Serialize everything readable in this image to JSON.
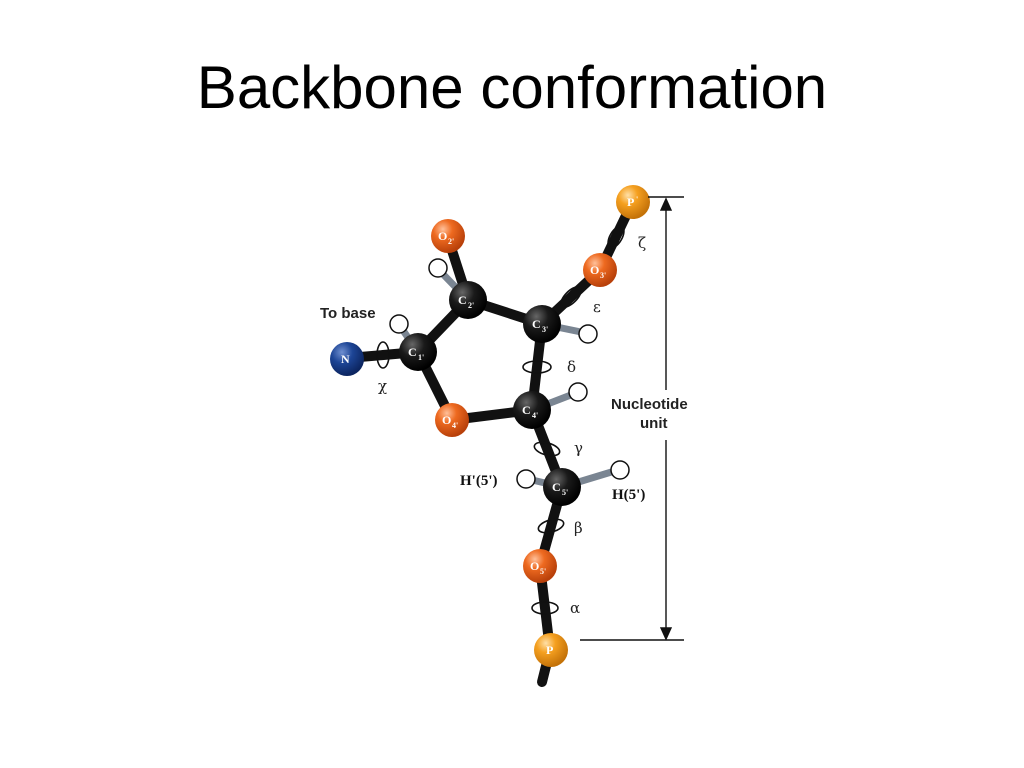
{
  "slide": {
    "title": "Backbone conformation"
  },
  "labels": {
    "to_base": "To base",
    "nucleotide_unit_1": "Nucleotide",
    "nucleotide_unit_2": "unit",
    "h5_prime_prime": "H'(5')",
    "h5_prime": "H(5')"
  },
  "atoms": {
    "p_top": {
      "sym": "P",
      "sub": "'"
    },
    "o3": {
      "sym": "O",
      "sub": "3'"
    },
    "o2": {
      "sym": "O",
      "sub": "2'"
    },
    "c2": {
      "sym": "C",
      "sub": "2'"
    },
    "c3": {
      "sym": "C",
      "sub": "3'"
    },
    "c1": {
      "sym": "C",
      "sub": "1'"
    },
    "n": {
      "sym": "N",
      "sub": ""
    },
    "o4": {
      "sym": "O",
      "sub": "4'"
    },
    "c4": {
      "sym": "C",
      "sub": "4'"
    },
    "c5": {
      "sym": "C",
      "sub": "5'"
    },
    "o5": {
      "sym": "O",
      "sub": "5'"
    },
    "p_bottom": {
      "sym": "P",
      "sub": ""
    }
  },
  "torsions": {
    "zeta": "ζ",
    "epsilon": "ε",
    "delta": "δ",
    "chi": "χ",
    "gamma": "γ",
    "beta": "β",
    "alpha": "α"
  },
  "colors": {
    "carbon": "#111111",
    "oxygen": "#e8621a",
    "phosphorus": "#f29a1e",
    "nitrogen": "#1a3f8f",
    "hydrogen": "#ffffff",
    "bond": "#111111"
  }
}
